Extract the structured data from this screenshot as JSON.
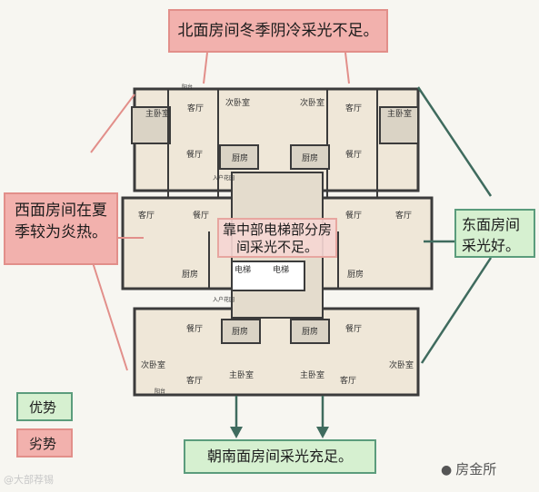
{
  "callouts": {
    "north": "北面房间冬季阴冷采光不足。",
    "west": "西面房间在夏季较为炎热。",
    "east": "东面房间采光好。",
    "center": "靠中部电梯部分房间采光不足。",
    "south": "朝南面房间采光充足。"
  },
  "legend": {
    "advantage": "优势",
    "disadvantage": "劣势"
  },
  "rooms": {
    "master": "主卧室",
    "living": "客厅",
    "second": "次卧室",
    "dining": "餐厅",
    "kitchen": "厨房",
    "elevator": "电梯",
    "entry": "入户花园",
    "balcony": "阳台"
  },
  "watermark": {
    "left": "@大部荐锡",
    "right": "房金所"
  },
  "colors": {
    "advantage_fill": "#d6f0d0",
    "advantage_border": "#5b9c7c",
    "disadvantage_fill": "#f2b1ad",
    "disadvantage_border": "#e28f8a",
    "south_arrow": "#3f6b5e",
    "floor_fill": "#efe7d8",
    "wall": "#3b3b3b"
  }
}
